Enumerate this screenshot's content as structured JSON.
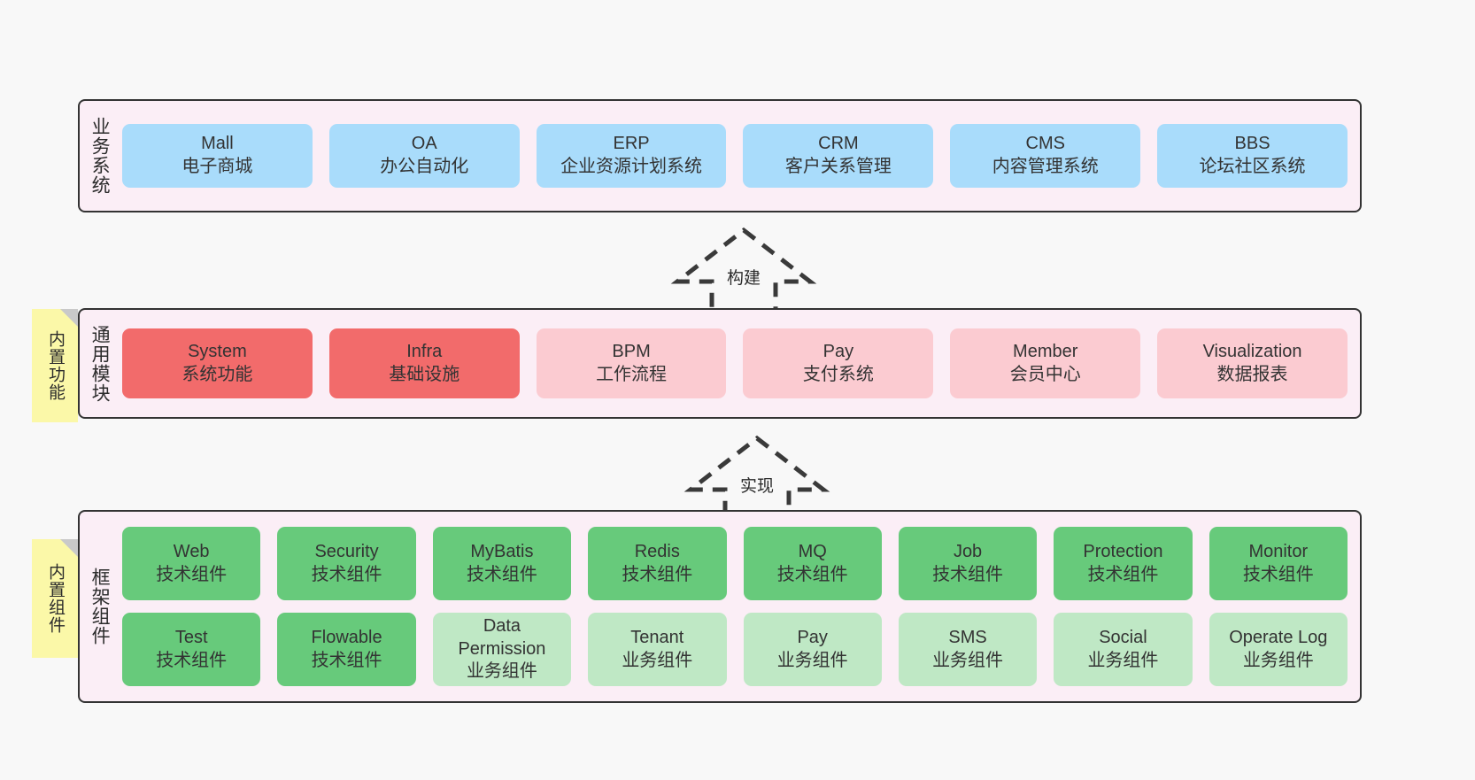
{
  "diagram": {
    "background_color": "#f8f8f8",
    "panel_color": "#fbeef6",
    "panel_border_color": "#333333",
    "sticky_color": "#fbf8a8"
  },
  "layers": [
    {
      "id": "business",
      "title": "业务系统",
      "rows": [
        {
          "cards": [
            {
              "title": "Mall",
              "sub": "电子商城",
              "style": "blue"
            },
            {
              "title": "OA",
              "sub": "办公自动化",
              "style": "blue"
            },
            {
              "title": "ERP",
              "sub": "企业资源计划系统",
              "style": "blue"
            },
            {
              "title": "CRM",
              "sub": "客户关系管理",
              "style": "blue"
            },
            {
              "title": "CMS",
              "sub": "内容管理系统",
              "style": "blue"
            },
            {
              "title": "BBS",
              "sub": "论坛社区系统",
              "style": "blue"
            }
          ]
        }
      ]
    },
    {
      "id": "modules",
      "title": "通用模块",
      "sticky": "内置功能",
      "rows": [
        {
          "cards": [
            {
              "title": "System",
              "sub": "系统功能",
              "style": "red"
            },
            {
              "title": "Infra",
              "sub": "基础设施",
              "style": "red"
            },
            {
              "title": "BPM",
              "sub": "工作流程",
              "style": "pink"
            },
            {
              "title": "Pay",
              "sub": "支付系统",
              "style": "pink"
            },
            {
              "title": "Member",
              "sub": "会员中心",
              "style": "pink"
            },
            {
              "title": "Visualization",
              "sub": "数据报表",
              "style": "pink"
            }
          ]
        }
      ]
    },
    {
      "id": "framework",
      "title": "框架组件",
      "sticky": "内置组件",
      "rows": [
        {
          "cards": [
            {
              "title": "Web",
              "sub": "技术组件",
              "style": "green"
            },
            {
              "title": "Security",
              "sub": "技术组件",
              "style": "green"
            },
            {
              "title": "MyBatis",
              "sub": "技术组件",
              "style": "green"
            },
            {
              "title": "Redis",
              "sub": "技术组件",
              "style": "green"
            },
            {
              "title": "MQ",
              "sub": "技术组件",
              "style": "green"
            },
            {
              "title": "Job",
              "sub": "技术组件",
              "style": "green"
            },
            {
              "title": "Protection",
              "sub": "技术组件",
              "style": "green"
            },
            {
              "title": "Monitor",
              "sub": "技术组件",
              "style": "green"
            }
          ]
        },
        {
          "cards": [
            {
              "title": "Test",
              "sub": "技术组件",
              "style": "green"
            },
            {
              "title": "Flowable",
              "sub": "技术组件",
              "style": "green"
            },
            {
              "title": "Data Permission",
              "sub": "业务组件",
              "style": "lightgreen"
            },
            {
              "title": "Tenant",
              "sub": "业务组件",
              "style": "lightgreen"
            },
            {
              "title": "Pay",
              "sub": "业务组件",
              "style": "lightgreen"
            },
            {
              "title": "SMS",
              "sub": "业务组件",
              "style": "lightgreen"
            },
            {
              "title": "Social",
              "sub": "业务组件",
              "style": "lightgreen"
            },
            {
              "title": "Operate Log",
              "sub": "业务组件",
              "style": "lightgreen"
            }
          ]
        }
      ]
    }
  ],
  "arrows": [
    {
      "id": "build",
      "label": "构建",
      "direction": "up"
    },
    {
      "id": "implement",
      "label": "实现",
      "direction": "up"
    }
  ]
}
